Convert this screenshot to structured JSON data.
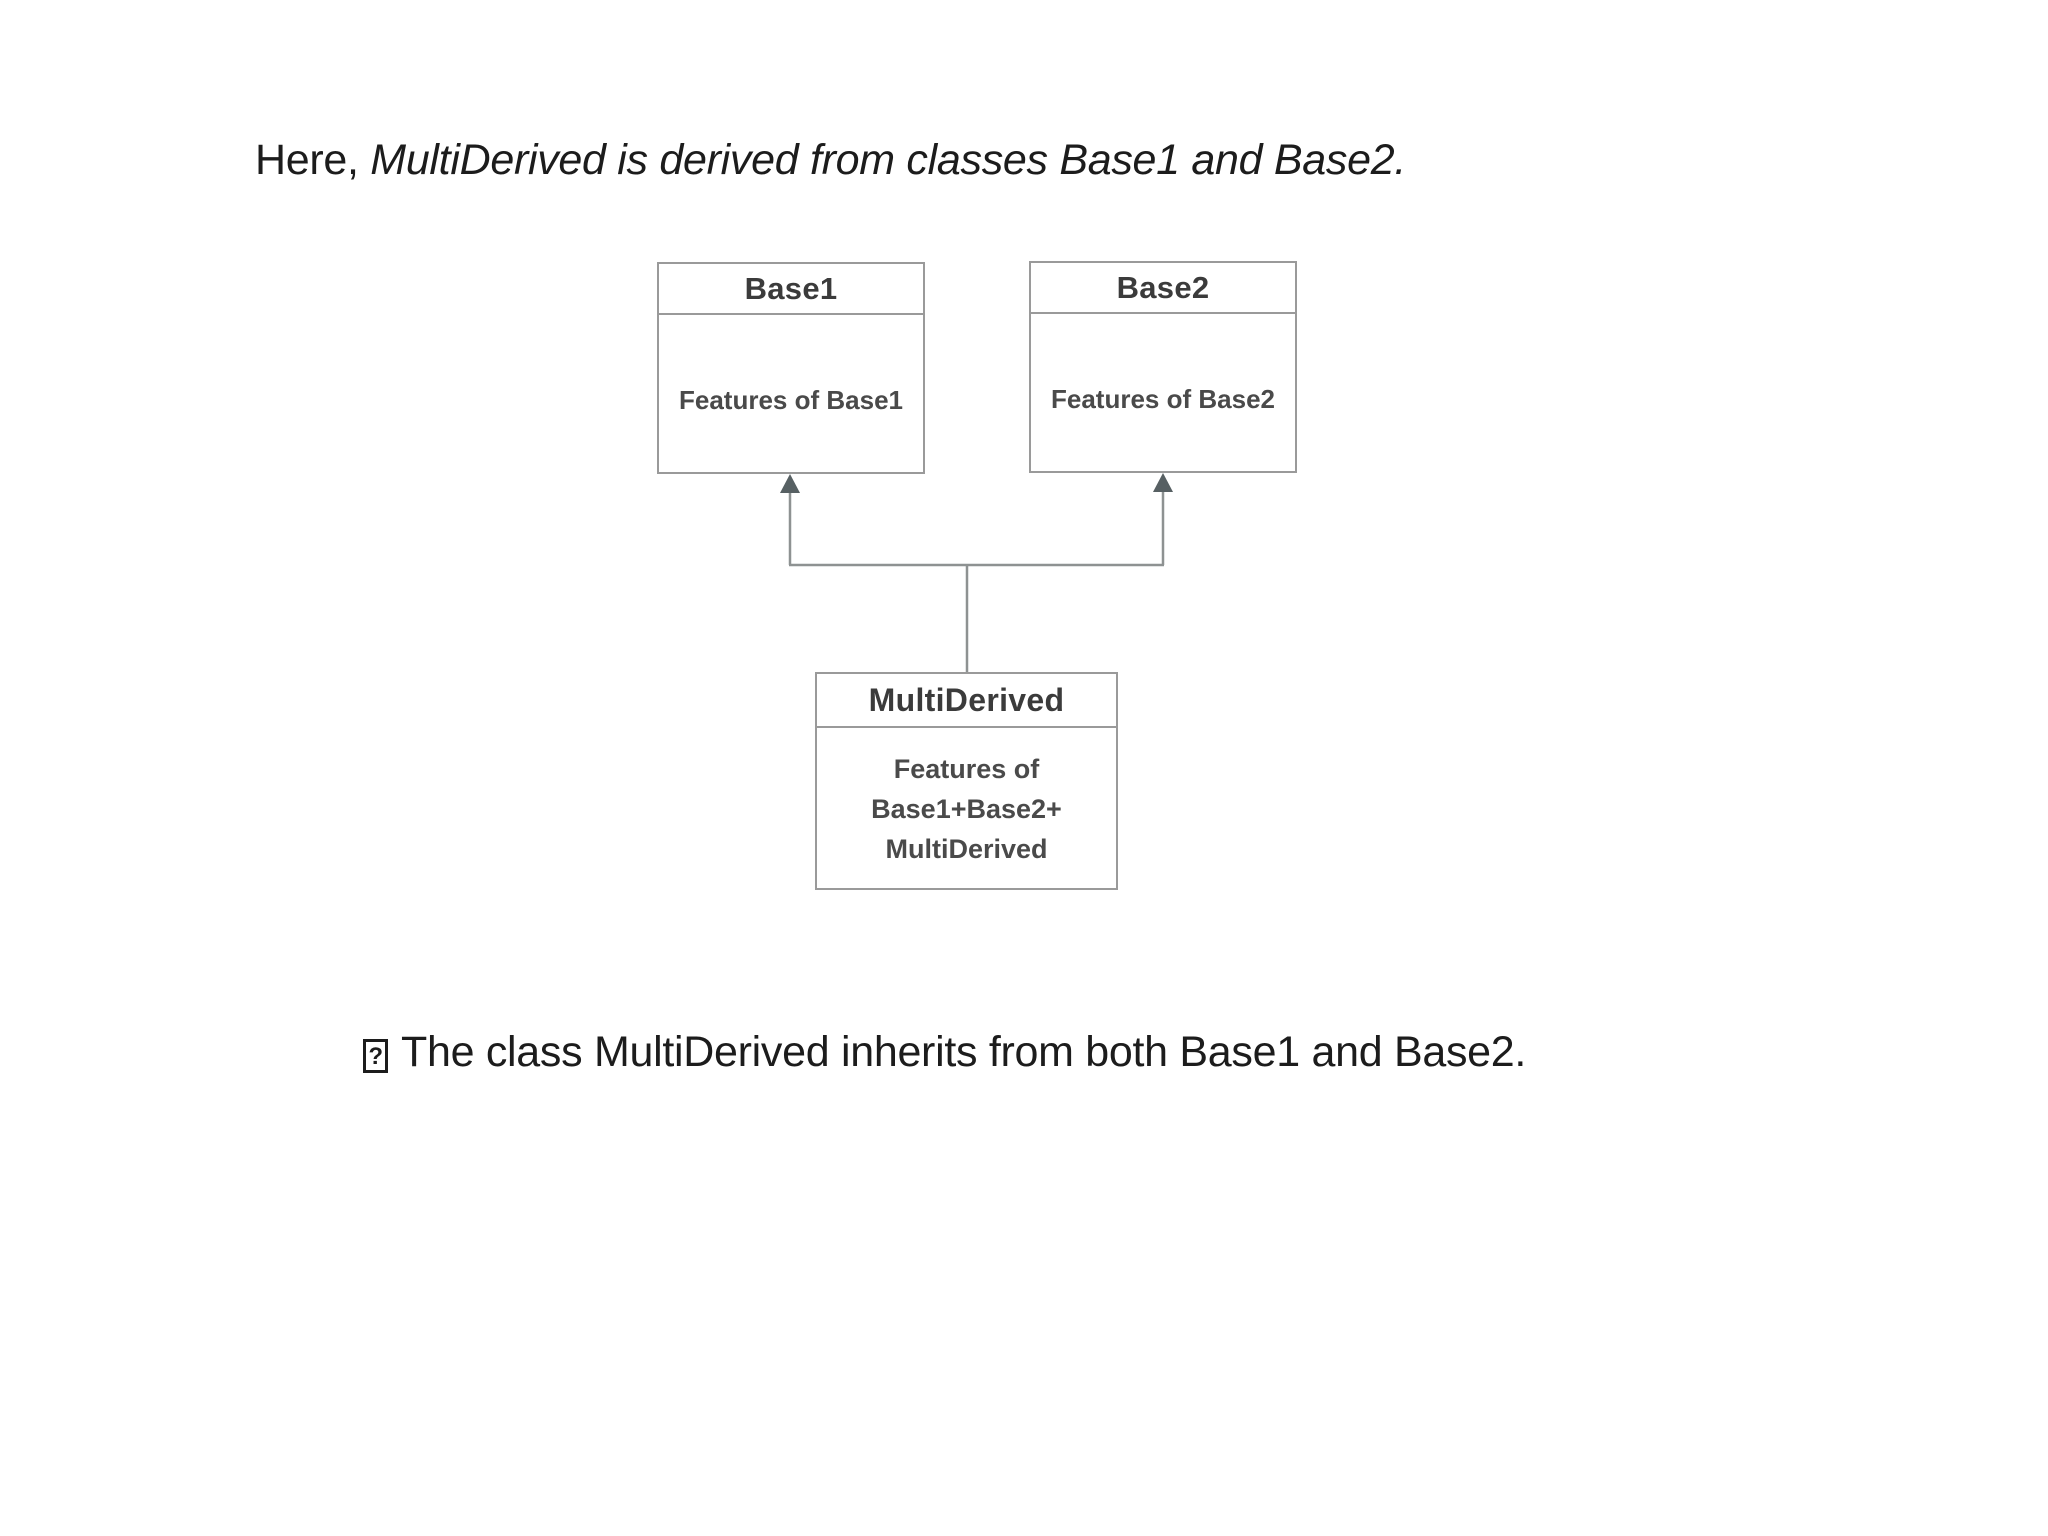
{
  "title": {
    "prefix": "Here, ",
    "italic": "MultiDerived is derived from classes Base1 and Base2."
  },
  "diagram": {
    "base1": {
      "title": "Base1",
      "body": "Features of Base1"
    },
    "base2": {
      "title": "Base2",
      "body": "Features of Base2"
    },
    "multiderived": {
      "title": "MultiDerived",
      "body_lines": [
        "Features of",
        "Base1+Base2+",
        "MultiDerived"
      ]
    }
  },
  "note": {
    "glyph": "?",
    "text": "The class MultiDerived inherits from both Base1 and Base2."
  },
  "colors": {
    "c-text": "#1c1c1c",
    "c-border": "#9a9a9a",
    "c-line": "#8e9292",
    "c-arrow": "#576063",
    "c-head": "#3b3b3b",
    "c-body": "#4a4a4a",
    "c-bg": "#ffffff"
  }
}
